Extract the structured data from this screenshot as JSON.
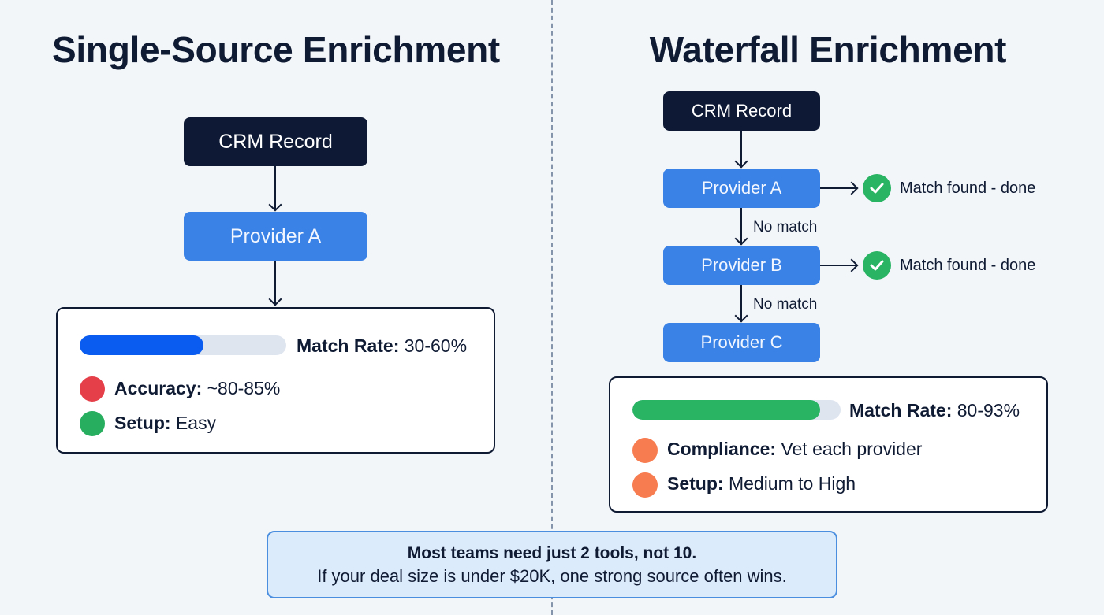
{
  "left": {
    "title": "Single-Source Enrichment",
    "nodes": {
      "crm": "CRM Record",
      "provider_a": "Provider A"
    },
    "card": {
      "match_rate": {
        "label": "Match Rate:",
        "value": "30-60%",
        "fill_percent": 60,
        "color": "#0a5cf0"
      },
      "items": [
        {
          "label": "Accuracy:",
          "value": "~80-85%",
          "dot_color": "#e5404a",
          "status": "red"
        },
        {
          "label": "Setup:",
          "value": "Easy",
          "dot_color": "#27ae5f",
          "status": "green"
        }
      ]
    }
  },
  "right": {
    "title": "Waterfall Enrichment",
    "nodes": {
      "crm": "CRM Record",
      "provider_a": "Provider A",
      "provider_b": "Provider B",
      "provider_c": "Provider C"
    },
    "edges": {
      "no_match_1": "No match",
      "no_match_2": "No match"
    },
    "results": {
      "a": {
        "icon": "check-circle-icon",
        "text": "Match found - done"
      },
      "b": {
        "icon": "check-circle-icon",
        "text": "Match found - done"
      }
    },
    "card": {
      "match_rate": {
        "label": "Match Rate:",
        "value": "80-93%",
        "fill_percent": 90,
        "color": "#28b463"
      },
      "items": [
        {
          "label": "Compliance:",
          "value": "Vet each provider",
          "dot_color": "#f77c50",
          "status": "orange"
        },
        {
          "label": "Setup:",
          "value": "Medium to High",
          "dot_color": "#f77c50",
          "status": "orange"
        }
      ]
    }
  },
  "callout": {
    "headline": "Most teams need just 2 tools, not 10.",
    "body": "If your deal size is under $20K, one strong source often wins."
  },
  "colors": {
    "navy": "#0f1a33",
    "provider_blue": "#3a82e6",
    "background": "#f3f6f9",
    "callout_bg": "#dcebfb",
    "callout_border": "#4a8ee0"
  }
}
